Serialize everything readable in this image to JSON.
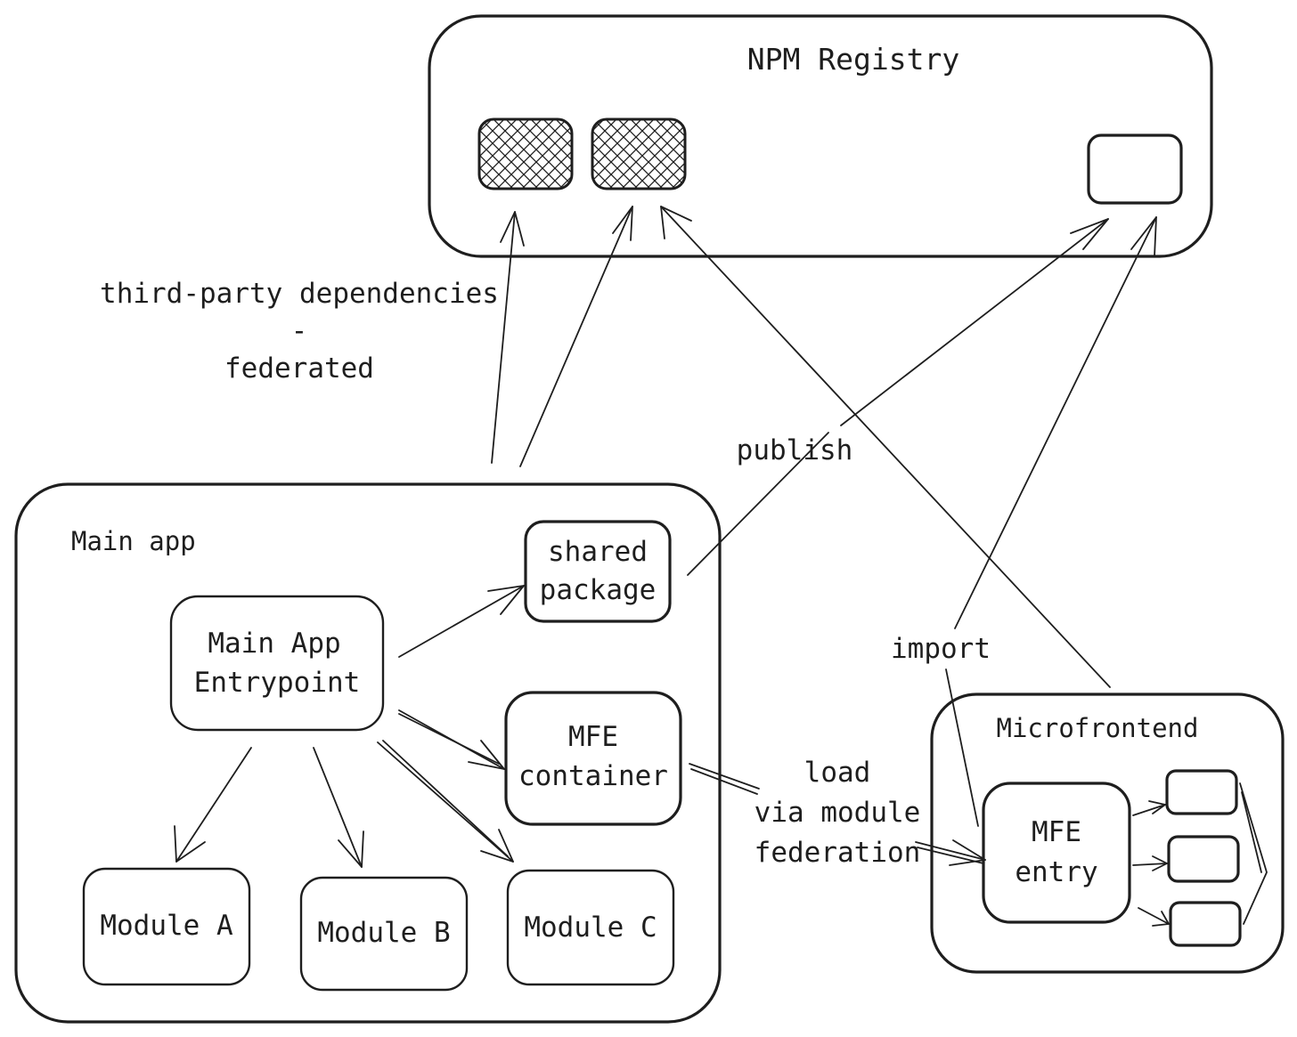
{
  "registry": {
    "title": "NPM Registry"
  },
  "main_app": {
    "title": "Main app",
    "entrypoint": [
      "Main App",
      "Entrypoint"
    ],
    "shared_package": [
      "shared",
      "package"
    ],
    "mfe_container": [
      "MFE",
      "container"
    ],
    "modules": [
      "Module A",
      "Module B",
      "Module C"
    ]
  },
  "microfrontend": {
    "title": "Microfrontend",
    "entry": [
      "MFE",
      "entry"
    ]
  },
  "edge_labels": {
    "third_party": [
      "third-party dependencies",
      "-",
      "federated"
    ],
    "publish": "publish",
    "import": "import",
    "load": [
      "load",
      "via module",
      "federation"
    ]
  }
}
